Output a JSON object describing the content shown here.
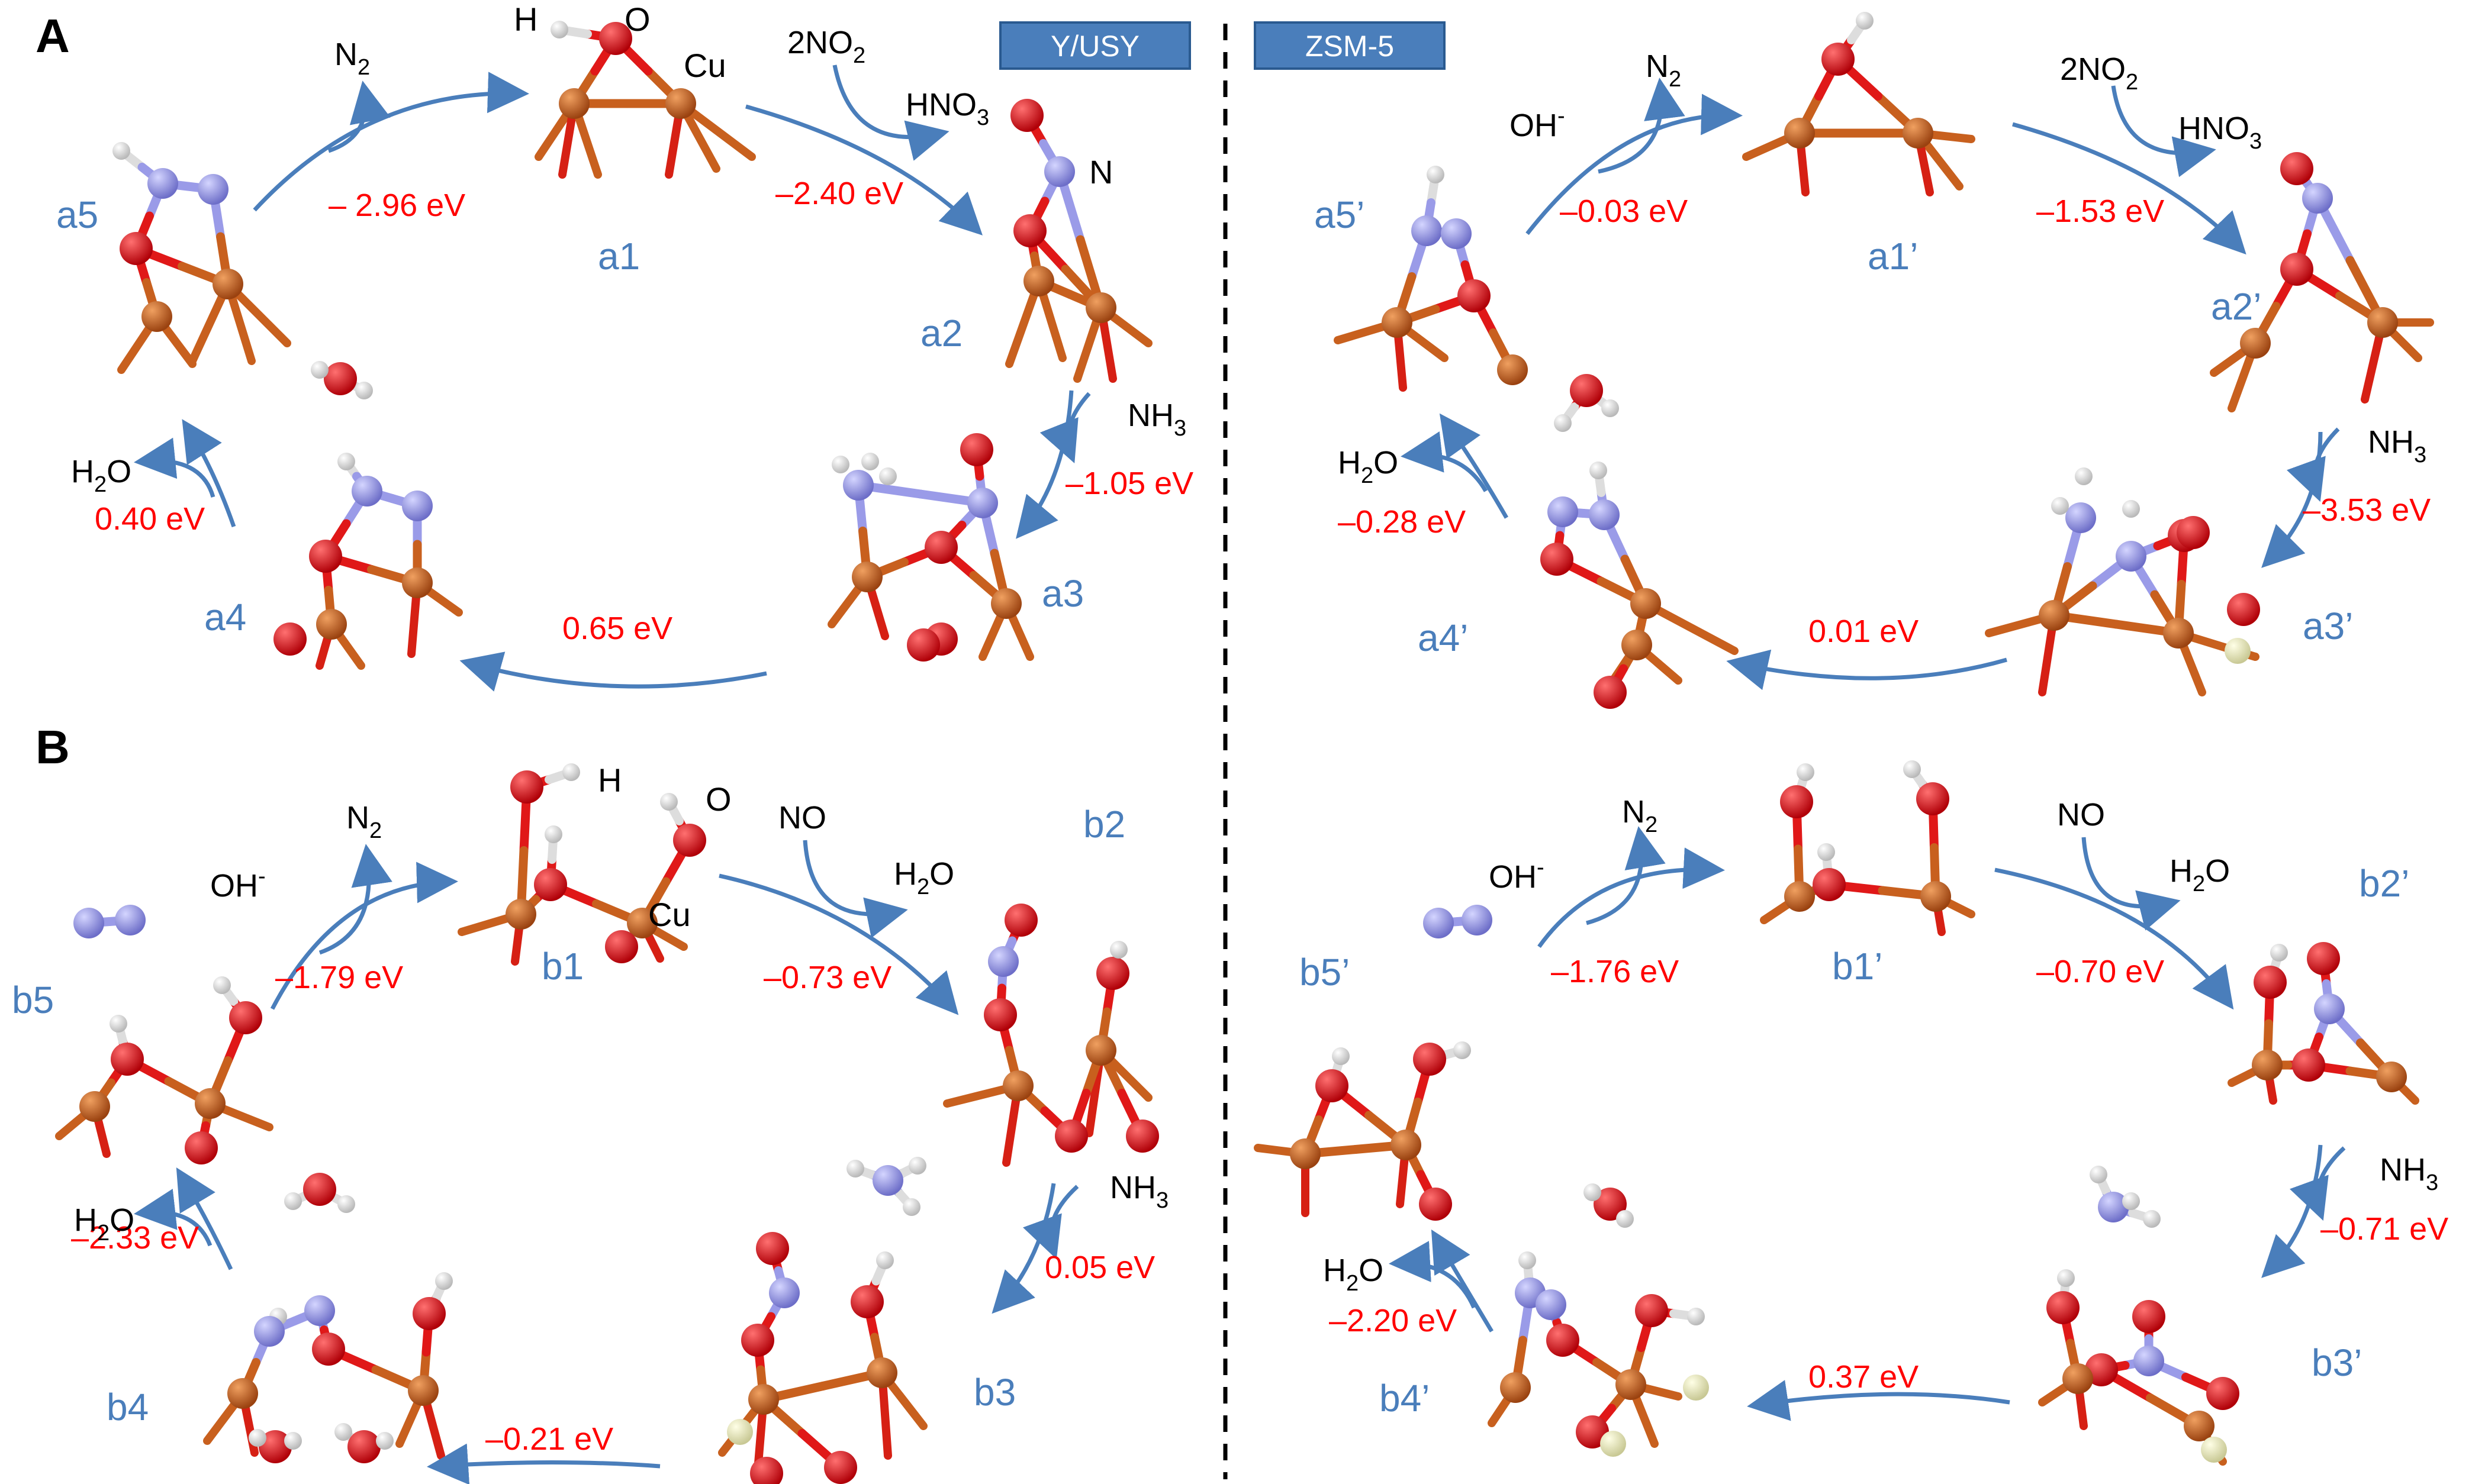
{
  "panels": {
    "a": "A",
    "b": "B"
  },
  "zeolites": {
    "left": "Y/USY",
    "right": "ZSM-5"
  },
  "atom_labels": {
    "h": "H",
    "o": "O",
    "cu": "Cu",
    "n": "N"
  },
  "sites": {
    "a1": "a1",
    "a2": "a2",
    "a3": "a3",
    "a4": "a4",
    "a5": "a5",
    "a1p": "a1’",
    "a2p": "a2’",
    "a3p": "a3’",
    "a4p": "a4’",
    "a5p": "a5’",
    "b1": "b1",
    "b2": "b2",
    "b3": "b3",
    "b4": "b4",
    "b5": "b5",
    "b1p": "b1’",
    "b2p": "b2’",
    "b3p": "b3’",
    "b4p": "b4’",
    "b5p": "b5’"
  },
  "energies": {
    "yA_a5_a1": "– 2.96 eV",
    "yA_a1_a2": "–2.40 eV",
    "yA_a2_a3": "–1.05 eV",
    "yA_a3_a4": "0.65 eV",
    "yA_a4_a5": "0.40 eV",
    "zA_a5_a1": "–0.03 eV",
    "zA_a1_a2": "–1.53 eV",
    "zA_a2_a3": "–3.53 eV",
    "zA_a3_a4": "0.01 eV",
    "zA_a4_a5": "–0.28 eV",
    "yB_b5_b1": "–1.79 eV",
    "yB_b1_b2": "–0.73 eV",
    "yB_b2_b3": "0.05 eV",
    "yB_b3_b4": "–0.21 eV",
    "yB_b4_b5": "–2.33 eV",
    "zB_b5_b1": "–1.76 eV",
    "zB_b1_b2": "–0.70 eV",
    "zB_b2_b3": "–0.71 eV",
    "zB_b3_b4": "0.37 eV",
    "zB_b4_b5": "–2.20 eV"
  },
  "molecules": {
    "n2": {
      "base": "N",
      "sub": "2"
    },
    "no2": {
      "base": "2NO",
      "sub": "2"
    },
    "hno3": {
      "base": "HNO",
      "sub": "3"
    },
    "nh3": {
      "base": "NH",
      "sub": "3"
    },
    "h2o": {
      "pre": "H",
      "sub": "2",
      "post": "O"
    },
    "oh": {
      "base": "OH",
      "sup": "-"
    },
    "no": "NO"
  },
  "colors": {
    "arrow": "#4a7ebb",
    "energy": "#ff0000",
    "site_label": "#4a7ebb",
    "cu_atom": "#c8601e",
    "o_atom": "#e8141e",
    "n_atom": "#9a9be8",
    "h_atom": "#f4f4f4",
    "al_atom": "#eef0b8",
    "box_fill": "#4a7ebb"
  }
}
